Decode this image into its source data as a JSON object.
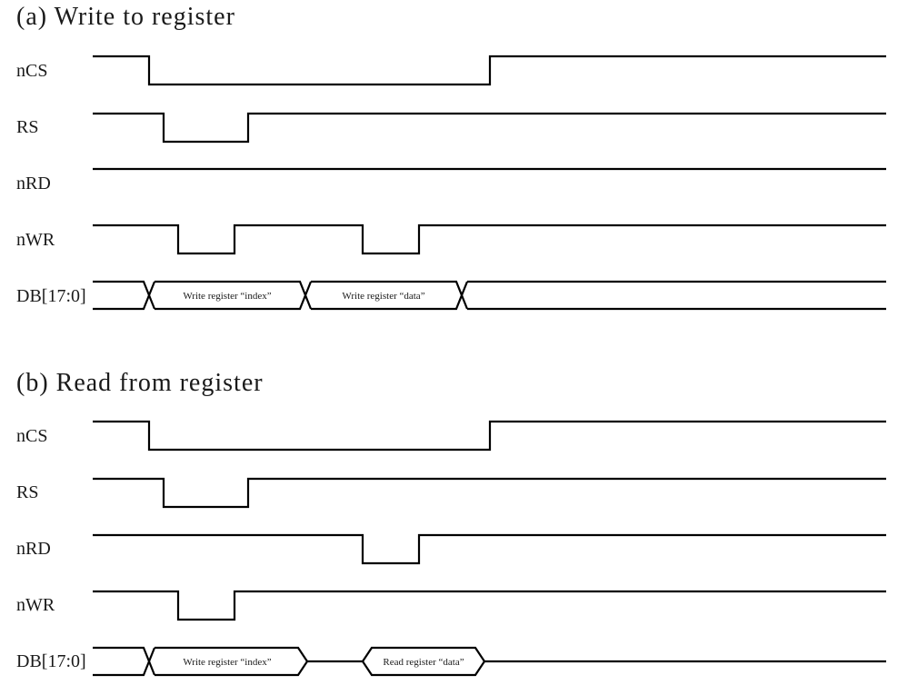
{
  "sections": [
    {
      "title": "(a) Write to register",
      "signals": [
        {
          "name": "nCS",
          "kind": "level",
          "label": "nCS",
          "segments": [
            [
              0,
              164,
              "high"
            ],
            [
              164,
              539,
              "low"
            ],
            [
              539,
              975,
              "high"
            ]
          ]
        },
        {
          "name": "RS",
          "kind": "level",
          "label": "RS",
          "segments": [
            [
              0,
              180,
              "high"
            ],
            [
              180,
              273,
              "low"
            ],
            [
              273,
              975,
              "high"
            ]
          ]
        },
        {
          "name": "nRD",
          "kind": "level",
          "label": "nRD",
          "segments": [
            [
              0,
              975,
              "high"
            ]
          ]
        },
        {
          "name": "nWR",
          "kind": "level",
          "label": "nWR",
          "segments": [
            [
              0,
              196,
              "high"
            ],
            [
              196,
              258,
              "low"
            ],
            [
              258,
              399,
              "high"
            ],
            [
              399,
              461,
              "low"
            ],
            [
              461,
              975,
              "high"
            ]
          ]
        },
        {
          "name": "DB",
          "kind": "bus",
          "label": "DB[17:0]",
          "cells": [
            {
              "text": "Write register “index”",
              "closed": true
            },
            {
              "text": "Write register “data”",
              "closed": true
            }
          ]
        }
      ]
    },
    {
      "title": "(b) Read from register",
      "signals": [
        {
          "name": "nCS",
          "kind": "level",
          "label": "nCS"
        },
        {
          "name": "RS",
          "kind": "level",
          "label": "RS"
        },
        {
          "name": "nRD",
          "kind": "level",
          "label": "nRD"
        },
        {
          "name": "nWR",
          "kind": "level",
          "label": "nWR"
        },
        {
          "name": "DB",
          "kind": "bus",
          "label": "DB[17:0]",
          "cells": [
            {
              "text": "Write register “index”"
            },
            {
              "text": "Read register “data”"
            }
          ]
        }
      ]
    }
  ]
}
